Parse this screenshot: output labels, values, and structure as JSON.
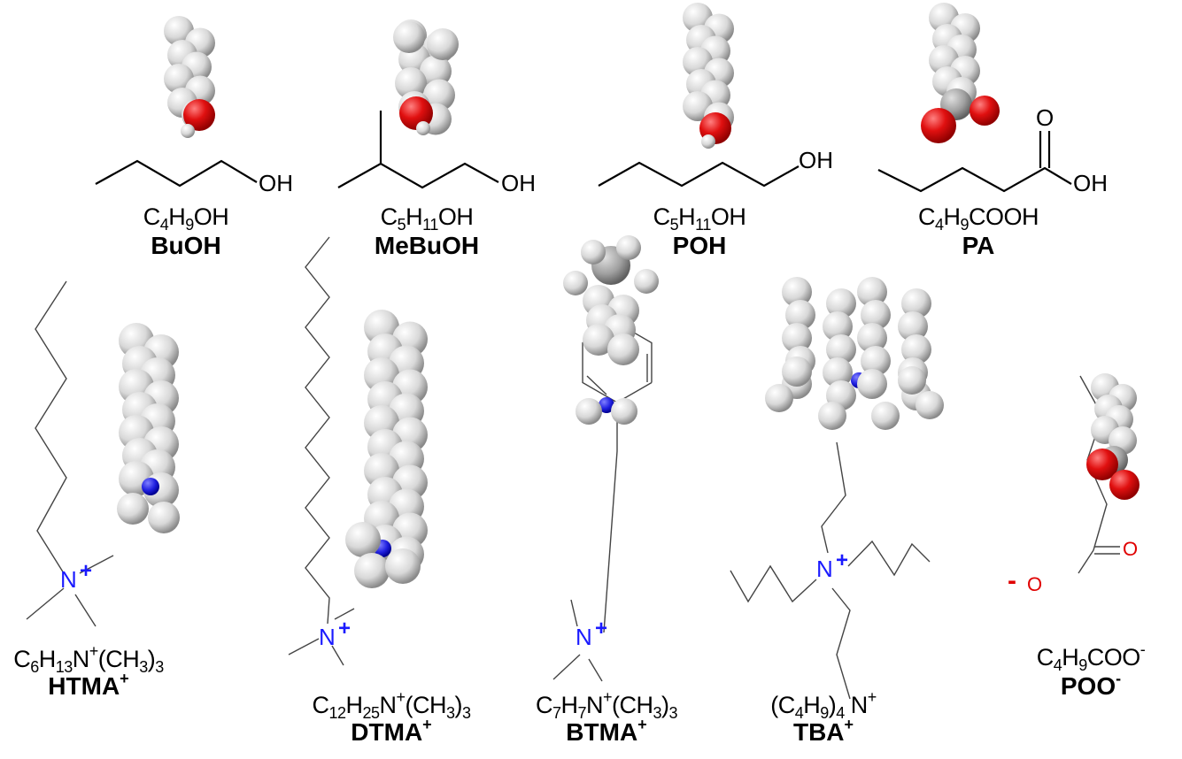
{
  "molecules": [
    {
      "id": "buoh",
      "name": "BuOH",
      "name_charge": "",
      "group": "OH",
      "formula": [
        {
          "t": "C",
          "s": ""
        },
        {
          "t": "4",
          "s": "sub"
        },
        {
          "t": "H",
          "s": ""
        },
        {
          "t": "9",
          "s": "sub"
        },
        {
          "t": "OH",
          "s": ""
        }
      ]
    },
    {
      "id": "mebuoh",
      "name": "MeBuOH",
      "name_charge": "",
      "group": "OH",
      "formula": [
        {
          "t": "C",
          "s": ""
        },
        {
          "t": "5",
          "s": "sub"
        },
        {
          "t": "H",
          "s": ""
        },
        {
          "t": "11",
          "s": "sub"
        },
        {
          "t": "OH",
          "s": ""
        }
      ]
    },
    {
      "id": "poh",
      "name": "POH",
      "name_charge": "",
      "group": "OH",
      "formula": [
        {
          "t": "C",
          "s": ""
        },
        {
          "t": "5",
          "s": "sub"
        },
        {
          "t": "H",
          "s": ""
        },
        {
          "t": "11",
          "s": "sub"
        },
        {
          "t": "OH",
          "s": ""
        }
      ]
    },
    {
      "id": "pa",
      "name": "PA",
      "name_charge": "",
      "group": "OH",
      "carbonyl": "O",
      "formula": [
        {
          "t": "C",
          "s": ""
        },
        {
          "t": "4",
          "s": "sub"
        },
        {
          "t": "H",
          "s": ""
        },
        {
          "t": "9",
          "s": "sub"
        },
        {
          "t": "COOH",
          "s": ""
        }
      ]
    },
    {
      "id": "htma",
      "name": "HTMA",
      "name_charge": "+",
      "n_label": "N",
      "n_charge": "+",
      "formula": [
        {
          "t": "C",
          "s": ""
        },
        {
          "t": "6",
          "s": "sub"
        },
        {
          "t": "H",
          "s": ""
        },
        {
          "t": "13",
          "s": "sub"
        },
        {
          "t": "N",
          "s": ""
        },
        {
          "t": "+",
          "s": "sup"
        },
        {
          "t": "(CH",
          "s": ""
        },
        {
          "t": "3",
          "s": "sub"
        },
        {
          "t": ")",
          "s": ""
        },
        {
          "t": "3",
          "s": "sub"
        }
      ]
    },
    {
      "id": "dtma",
      "name": "DTMA",
      "name_charge": "+",
      "n_label": "N",
      "n_charge": "+",
      "formula": [
        {
          "t": "C",
          "s": ""
        },
        {
          "t": "12",
          "s": "sub"
        },
        {
          "t": "H",
          "s": ""
        },
        {
          "t": "25",
          "s": "sub"
        },
        {
          "t": "N",
          "s": ""
        },
        {
          "t": "+",
          "s": "sup"
        },
        {
          "t": "(CH",
          "s": ""
        },
        {
          "t": "3",
          "s": "sub"
        },
        {
          "t": ")",
          "s": ""
        },
        {
          "t": "3",
          "s": "sub"
        }
      ]
    },
    {
      "id": "btma",
      "name": "BTMA",
      "name_charge": "+",
      "n_label": "N",
      "n_charge": "+",
      "formula": [
        {
          "t": "C",
          "s": ""
        },
        {
          "t": "7",
          "s": "sub"
        },
        {
          "t": "H",
          "s": ""
        },
        {
          "t": "7",
          "s": "sub"
        },
        {
          "t": "N",
          "s": ""
        },
        {
          "t": "+",
          "s": "sup"
        },
        {
          "t": "(CH",
          "s": ""
        },
        {
          "t": "3",
          "s": "sub"
        },
        {
          "t": ")",
          "s": ""
        },
        {
          "t": "3",
          "s": "sub"
        }
      ]
    },
    {
      "id": "tba",
      "name": "TBA",
      "name_charge": "+",
      "n_label": "N",
      "n_charge": "+",
      "formula": [
        {
          "t": "(C",
          "s": ""
        },
        {
          "t": "4",
          "s": "sub"
        },
        {
          "t": "H",
          "s": ""
        },
        {
          "t": "9",
          "s": "sub"
        },
        {
          "t": ")",
          "s": ""
        },
        {
          "t": "4",
          "s": "sub"
        },
        {
          "t": " N",
          "s": ""
        },
        {
          "t": "+",
          "s": "sup"
        }
      ]
    },
    {
      "id": "poo",
      "name": "POO",
      "name_charge": "-",
      "o_label": "O",
      "o_minus": "-",
      "formula": [
        {
          "t": "C",
          "s": ""
        },
        {
          "t": "4",
          "s": "sub"
        },
        {
          "t": "H",
          "s": ""
        },
        {
          "t": "9",
          "s": "sub"
        },
        {
          "t": "COO",
          "s": ""
        },
        {
          "t": "-",
          "s": "sup"
        }
      ]
    }
  ],
  "colors": {
    "carbon": "#a8a8a8",
    "hydrogen": "#f0f0f0",
    "oxygen": "#e01010",
    "nitrogen": "#2020e0",
    "bond": "#000000",
    "bond_thin": "#444444"
  }
}
